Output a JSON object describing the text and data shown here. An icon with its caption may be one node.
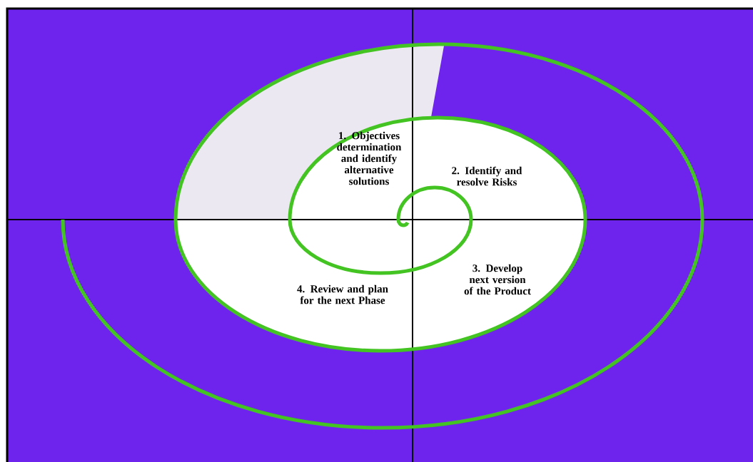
{
  "diagram": {
    "nodes": [
      {
        "text": [
          "1. Objectives determination and identify alternative solutions"
        ]
      },
      {
        "text": [
          "2. Identify and resolve Risks"
        ]
      },
      {
        "text": [
          "3. Develop next version of the Product"
        ]
      },
      {
        "text": [
          "4. Review and plan for the next Phase"
        ]
      }
    ]
  }
}
